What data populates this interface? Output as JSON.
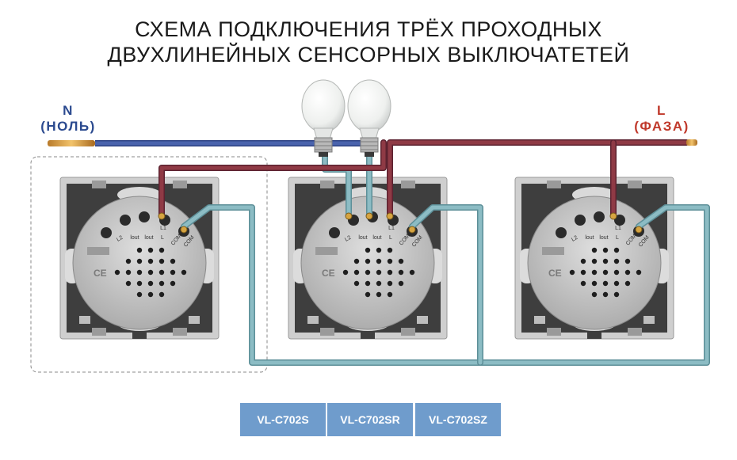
{
  "title": {
    "line1": "СХЕМА ПОДКЛЮЧЕНИЯ ТРЁХ ПРОХОДНЫХ",
    "line2": "ДВУХЛИНЕЙНЫХ СЕНСОРНЫХ ВЫКЛЮЧАТЕТЕЙ"
  },
  "neutral": {
    "letter": "N",
    "name": "(НОЛЬ)",
    "color": "#2b4a8f",
    "wire_color": "#4a63ad"
  },
  "phase": {
    "letter": "L",
    "name": "(ФАЗА)",
    "color": "#c0392b",
    "wire_color": "#8f3a45"
  },
  "traveler_wire_color": "#8cbcc4",
  "terminals": [
    "L2",
    "L1",
    "COM"
  ],
  "terminal_marks": [
    "lout",
    "lout",
    "L",
    "COM"
  ],
  "models": [
    "VL-C702S",
    "VL-C702SR",
    "VL-C702SZ"
  ],
  "badge_color": "#6f9ccc"
}
